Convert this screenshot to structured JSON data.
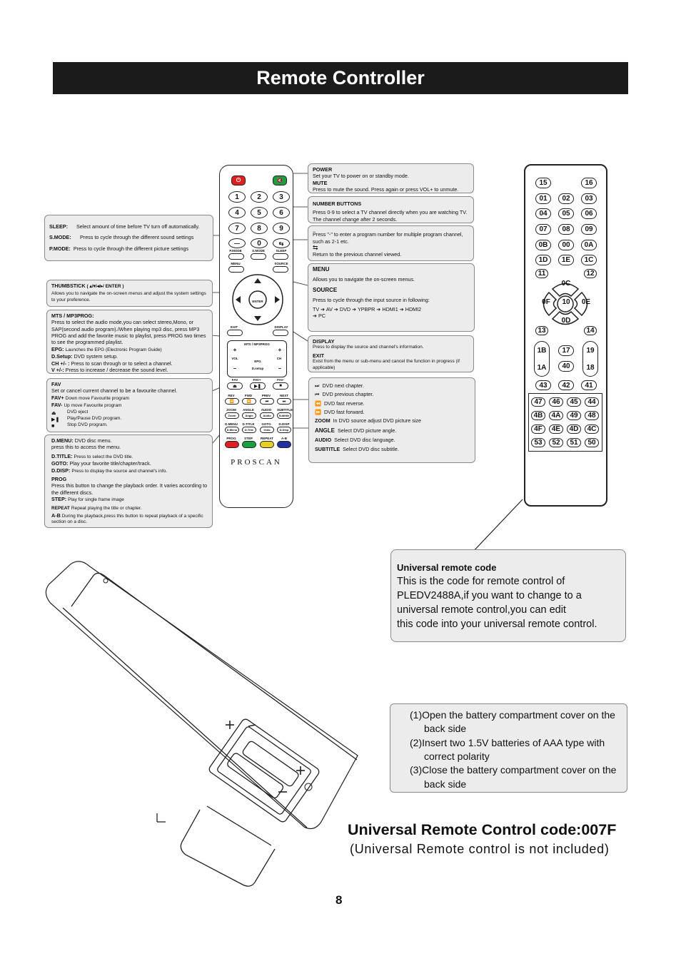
{
  "page": {
    "title": "Remote Controller",
    "page_number": "8"
  },
  "left_boxes": {
    "sleep": {
      "label": "SLEEP:",
      "text": "Select amount of time before TV turn off automatically."
    },
    "smode": {
      "label": "S.MODE:",
      "text": "Press to cycle through the different sound settings"
    },
    "pmode": {
      "label": "P.MODE:",
      "text": "Press to cycle through the different picture settings"
    },
    "thumbstick": {
      "label": "THUMBSTICK",
      "keys": "( ▴/▾/◂/▸/ ENTER )",
      "text": "Allows you to navigate the on-screen menus and adjust the system settings to your preference."
    },
    "mts": {
      "label": "MTS / MP3PROG:",
      "text": "Press to select the audio mode,you can select stereo,Mono, or SAP(second audio program)./When playing mp3 disc, press MP3 PROG and add the favorite music to playlist, press PROG two times to see the programmed playlist."
    },
    "epg": {
      "label": "EPG:",
      "text": "Launches the EPG (Electronic Program Guide)"
    },
    "dsetup": {
      "label": "D.Setup:",
      "text": "DVD system setup."
    },
    "ch": {
      "label": "CH +/- :",
      "text": "Press to scan through or to select a channel."
    },
    "vol": {
      "label": "V +/-:",
      "text": "Press to increase / decrease the sound level."
    },
    "fav": {
      "label": "FAV",
      "text": "Set or cancel current channel to be a favourite channel."
    },
    "favplus": {
      "label": "FAV+",
      "text": "Down move Favourite program"
    },
    "favminus": {
      "label": "FAV-",
      "text": "Up move Favourite program"
    },
    "eject": {
      "icon": "eject-icon",
      "text": "DVD eject"
    },
    "playpause": {
      "icon": "play-pause-icon",
      "text": "Play/Pause DVD program."
    },
    "stop": {
      "icon": "stop-icon",
      "text": "Stop DVD program."
    },
    "dmenu": {
      "label": "D.MENU:",
      "text1": "DVD disc menu.",
      "text2": "press this to access the menu."
    },
    "dtitle": {
      "label": "D.TITLE:",
      "text": "Press to select the DVD title."
    },
    "goto": {
      "label": "GOTO:",
      "text": "Play your favorite title/chapter/track."
    },
    "ddisp": {
      "label": "D.DISP:",
      "text": "Press to display the source and channel's info."
    },
    "prog": {
      "label": "PROG",
      "text": "Press this button to change the playback order. It varies according to the different discs."
    },
    "step": {
      "label": "STEP:",
      "text": "Play for single frame image"
    },
    "repeat": {
      "label": "REPEAT",
      "text": "Repeat playing the title or chapter."
    },
    "ab": {
      "label": "A-B",
      "text": "During the playback,press this button to repeat playback of a specific section on a disc."
    }
  },
  "right_boxes": {
    "power": {
      "label": "POWER",
      "text": "Set your TV to power on or standby mode."
    },
    "mute": {
      "label": "MUTE",
      "text": "Press to mute the sound. Press again or press VOL+ to unmute."
    },
    "number": {
      "label": "NUMBER BUTTONS",
      "text": "Press 0-9 to select a TV channel directly when you are watching TV. The channel change after 2 seconds."
    },
    "dash": {
      "label": "_",
      "text": "Press \"-\" to enter a program number for multiple program channel, such as 2-1 etc."
    },
    "recall": {
      "icon": "recall-icon",
      "text": "Return to the previous channel viewed."
    },
    "menu": {
      "label": "MENU",
      "text": "Allows you to navigate the on-screen menus."
    },
    "source": {
      "label": "SOURCE",
      "text": "Press to cycle through the input source in following:",
      "items": [
        "TV",
        "AV",
        "DVD",
        "YPBPR",
        "HDMI1",
        "HDMI2",
        "PC"
      ]
    },
    "display": {
      "label": "DISPLAY",
      "text": "Press to display the source and channel's information."
    },
    "exit": {
      "label": "EXIT",
      "text": "Exist from the menu or sub-menu and cancel the function in progress (if applicable)"
    },
    "next": "DVD next chapter.",
    "prev": "DVD previous chapter.",
    "rev": "DVD fast reverse.",
    "fwd": "DVD fast forward.",
    "zoom": {
      "label": "ZOOM",
      "text": "In DVD source adjust DVD picture size"
    },
    "angle": {
      "label": "ANGLE",
      "text": "Select DVD picture angle."
    },
    "audio": {
      "label": "AUDIO",
      "text": "Select DVD disc language."
    },
    "subtitle": {
      "label": "SUBTITLE",
      "text": "Select DVD disc subtitle."
    }
  },
  "remote": {
    "brand": "PROSCAN",
    "digits": [
      "1",
      "2",
      "3",
      "4",
      "5",
      "6",
      "7",
      "8",
      "9",
      "0"
    ],
    "small_labels": {
      "pmode": "P.MODE",
      "smode": "S.MODE",
      "sleep": "SLEEP",
      "menu": "MENU",
      "source": "SOURCE",
      "enter": "ENTER",
      "exit": "EXIT",
      "display": "DISPLAY",
      "mts": "MTS / MP3PROG",
      "vol": "VOL",
      "ch": "CH",
      "epg": "EPG",
      "dsetup": "D.setup",
      "fav": "FAV",
      "favp": "FAV+",
      "favm": "FAV-",
      "rev": "REV",
      "fwd": "FWD",
      "prev": "PREV",
      "next": "NEXT",
      "zoom": "ZOOM",
      "angle": "ANGLE",
      "audio": "AUDIO",
      "subtitle": "SUBTITLE",
      "zoom_b": "Zoom",
      "angle_b": "Angle",
      "audio_b": "Audio",
      "subtitle_b": "Subtitle",
      "dmenu": "D.MENU",
      "dtitle": "D.TITLE",
      "goto": "GOTO",
      "ddisp": "D.DISP",
      "dmenu_b": "D.Menu",
      "dtitle_b": "D.Title",
      "goto_b": "Goto",
      "ddisp_b": "D.Disp",
      "prog": "PROG",
      "step": "STEP",
      "repeat": "REPEAT",
      "ab": "A-B"
    }
  },
  "code_remote": {
    "rows": [
      [
        "15",
        "16"
      ],
      [
        "01",
        "02",
        "03"
      ],
      [
        "04",
        "05",
        "06"
      ],
      [
        "07",
        "08",
        "09"
      ],
      [
        "0B",
        "00",
        "0A"
      ],
      [
        "1D",
        "1E",
        "1C"
      ],
      [
        "11",
        "12"
      ],
      [
        "0C",
        "0F",
        "10",
        "0E",
        "0D"
      ],
      [
        "13",
        "14"
      ],
      [
        "1B",
        "17",
        "19",
        "1A",
        "40",
        "18"
      ],
      [
        "43",
        "42",
        "41"
      ],
      [
        "47",
        "46",
        "45",
        "44"
      ],
      [
        "4B",
        "4A",
        "49",
        "48"
      ],
      [
        "4F",
        "4E",
        "4D",
        "4C"
      ],
      [
        "53",
        "52",
        "51",
        "50"
      ]
    ]
  },
  "universal_box": {
    "heading": "Universal remote code",
    "lines": [
      "This is the code for remote control of",
      "PLEDV2488A,if you want to change to a",
      "universal remote control,you can edit",
      "this code into your universal remote control."
    ]
  },
  "battery": {
    "steps": [
      "(1)Open the battery compartment cover on the back side",
      "(2)Insert two 1.5V batteries of AAA type with correct polarity",
      "(3)Close the battery compartment cover on the back side"
    ]
  },
  "footer": {
    "code_line": "Universal Remote Control code:007F",
    "note": "(Universal Remote control is not included)"
  },
  "colors": {
    "power": "#e02020",
    "mute": "#18a040",
    "red": "#e02020",
    "green": "#18a040",
    "yellow": "#e8d020",
    "blue": "#2030a0",
    "box": "#ececec",
    "title_bg": "#1b1b1b"
  }
}
